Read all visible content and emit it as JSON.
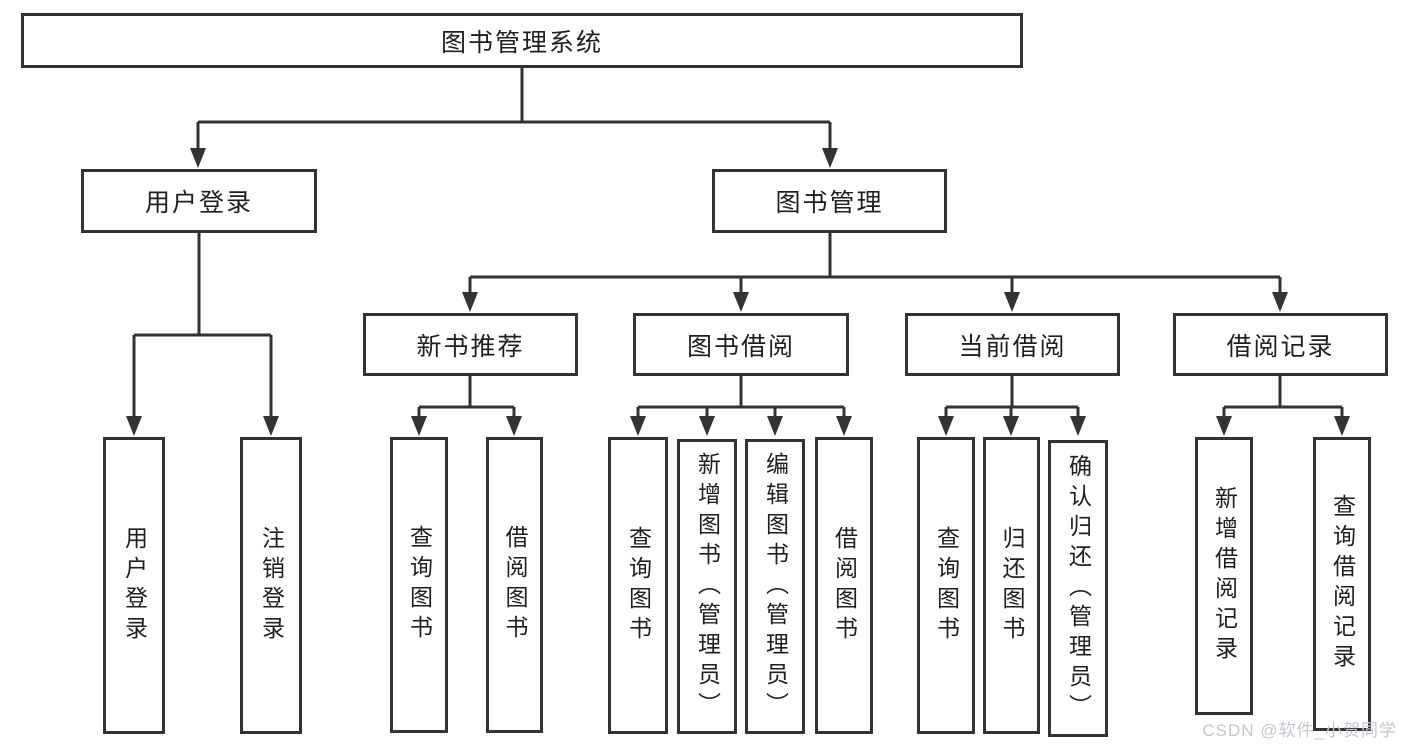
{
  "diagram_title": "图书管理系统",
  "nodes": {
    "root": "图书管理系统",
    "user_login": "用户登录",
    "book_mgmt": "图书管理",
    "login": "用户登录",
    "logout": "注销登录",
    "new_book_rec": "新书推荐",
    "book_borrow": "图书借阅",
    "current_borrow": "当前借阅",
    "borrow_records": "借阅记录",
    "rec_query": "查询图书",
    "rec_borrow": "借阅图书",
    "bb_query": "查询图书",
    "bb_add": "新增图书（管理员）",
    "bb_edit": "编辑图书（管理员）",
    "bb_borrow": "借阅图书",
    "cb_query": "查询图书",
    "cb_return": "归还图书",
    "cb_confirm": "确认归还（管理员）",
    "br_add": "新增借阅记录",
    "br_query": "查询借阅记录"
  },
  "hierarchy": {
    "图书管理系统": {
      "用户登录": [
        "用户登录",
        "注销登录"
      ],
      "图书管理": {
        "新书推荐": [
          "查询图书",
          "借阅图书"
        ],
        "图书借阅": [
          "查询图书",
          "新增图书（管理员）",
          "编辑图书（管理员）",
          "借阅图书"
        ],
        "当前借阅": [
          "查询图书",
          "归还图书",
          "确认归还（管理员）"
        ],
        "借阅记录": [
          "新增借阅记录",
          "查询借阅记录"
        ]
      }
    }
  },
  "watermark": "CSDN @软件_小贺同学",
  "colors": {
    "line": "#333333",
    "text": "#1f1f1f",
    "watermark": "#c3c7cf",
    "background": "#ffffff"
  }
}
